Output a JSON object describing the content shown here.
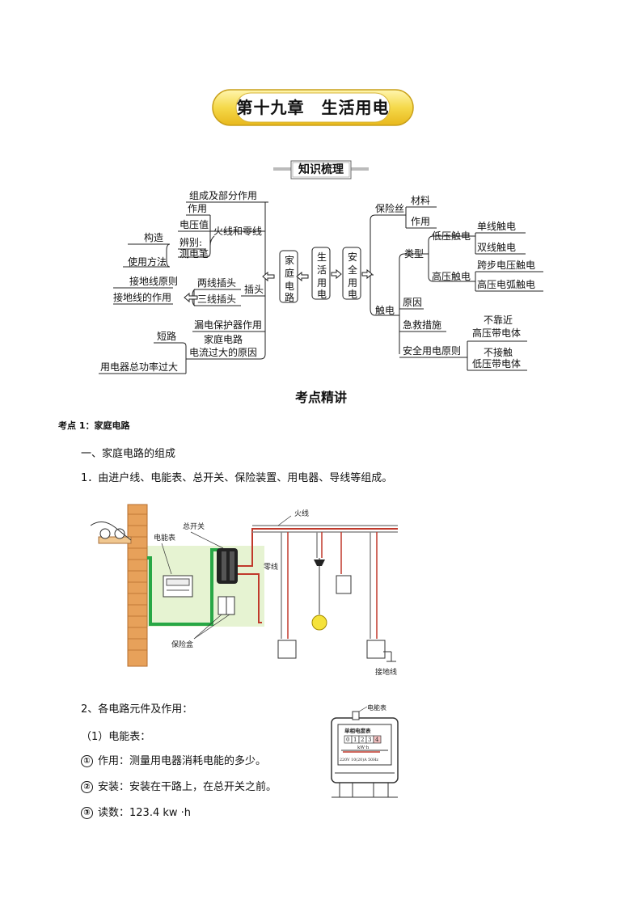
{
  "chapter_title": "第十九章　生活用电",
  "section1_title": "知识梳理",
  "mindmap": {
    "center": {
      "home": "家庭电路",
      "life": "生活用电",
      "safety": "安全用电"
    },
    "left": {
      "composition": "组成及部分作用",
      "role": "作用",
      "voltage": "电压值",
      "live_neutral": "火线和零线",
      "identify": "辨别:",
      "tester": "测电笔",
      "structure": "构造",
      "usage": "使用方法",
      "two_socket": "两线插头",
      "three_socket": "三线插头",
      "plug": "插头",
      "wiring_principle": "接地线原则",
      "ground_role": "接地线的作用",
      "rcd": "漏电保护器作用",
      "cause_a": "家庭电路",
      "cause_b": "电流过大的原因",
      "short": "短路",
      "overload": "用电器总功率过大"
    },
    "right": {
      "fuse": "保险丝",
      "material": "材料",
      "function": "作用",
      "low_shock": "低压触电",
      "single": "单线触电",
      "double": "双线触电",
      "types": "类型",
      "high_shock": "高压触电",
      "step": "跨步电压触电",
      "arc": "高压电弧触电",
      "shock": "触电",
      "reason": "原因",
      "rescue": "急救措施",
      "principle": "安全用电原则",
      "p1a": "不靠近",
      "p1b": "高压带电体",
      "p2a": "不接触",
      "p2b": "低压带电体"
    }
  },
  "section2_title": "考点精讲",
  "kp1": "考点 1：家庭电路",
  "h1": "一、家庭电路的组成",
  "item1": "1．由进户线、电能表、总开关、保险装置、用电器、导线等组成。",
  "fig1": {
    "meter": "电能表",
    "main_switch": "总开关",
    "live": "火线",
    "neutral": "零线",
    "fuse_box": "保险盒",
    "ground": "接地线"
  },
  "item2": "2、各电路元件及作用：",
  "sub1": "（1）电能表：",
  "c1": "①",
  "c2": "②",
  "c3": "③",
  "b1": "作用：测量用电器消耗电能的多少。",
  "b2": "安装：安装在干路上，在总开关之前。",
  "b3": "读数：123.4 kw ·h",
  "fig2": {
    "label": "电能表",
    "panel": "单相电度表",
    "d0": "0",
    "d1": "1",
    "d2": "2",
    "d3": "3",
    "d4": "4",
    "unit": "kW·h",
    "spec": "220V 10(20)A 50Hz"
  }
}
